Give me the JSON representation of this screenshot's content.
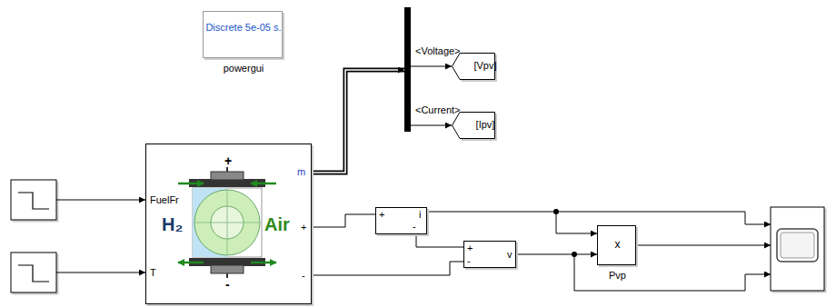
{
  "diagram": {
    "nodes": [
      {
        "text": [
          "Discrete 5e-05 s.",
          "powergui"
        ]
      },
      {
        "text": [
          "<Voltage>",
          "<Current>"
        ]
      },
      {
        "text": [
          "[Vpv]"
        ]
      },
      {
        "text": [
          "[Ipv]"
        ]
      },
      {
        "text": [
          "FuelFr",
          "T",
          "m",
          "+",
          "-",
          "+",
          "-",
          "H₂",
          "Air"
        ]
      },
      {
        "text": [
          "+",
          "-",
          "i"
        ]
      },
      {
        "text": [
          "+",
          "-",
          "v"
        ]
      },
      {
        "text": [
          "x",
          "Pvp"
        ]
      }
    ],
    "edges": [
      {
        "from": 4,
        "to": 1,
        "arrow": "to"
      },
      {
        "from": 1,
        "to": 2,
        "arrow": "to"
      },
      {
        "from": 1,
        "to": 3,
        "arrow": "to"
      },
      {
        "from": 4,
        "to": 5,
        "arrow": "none"
      },
      {
        "from": 5,
        "to": 6,
        "arrow": "none"
      },
      {
        "from": 4,
        "to": 6,
        "arrow": "none"
      },
      {
        "from": 5,
        "to": 7,
        "arrow": "to"
      },
      {
        "from": 6,
        "to": 7,
        "arrow": "to"
      }
    ]
  }
}
